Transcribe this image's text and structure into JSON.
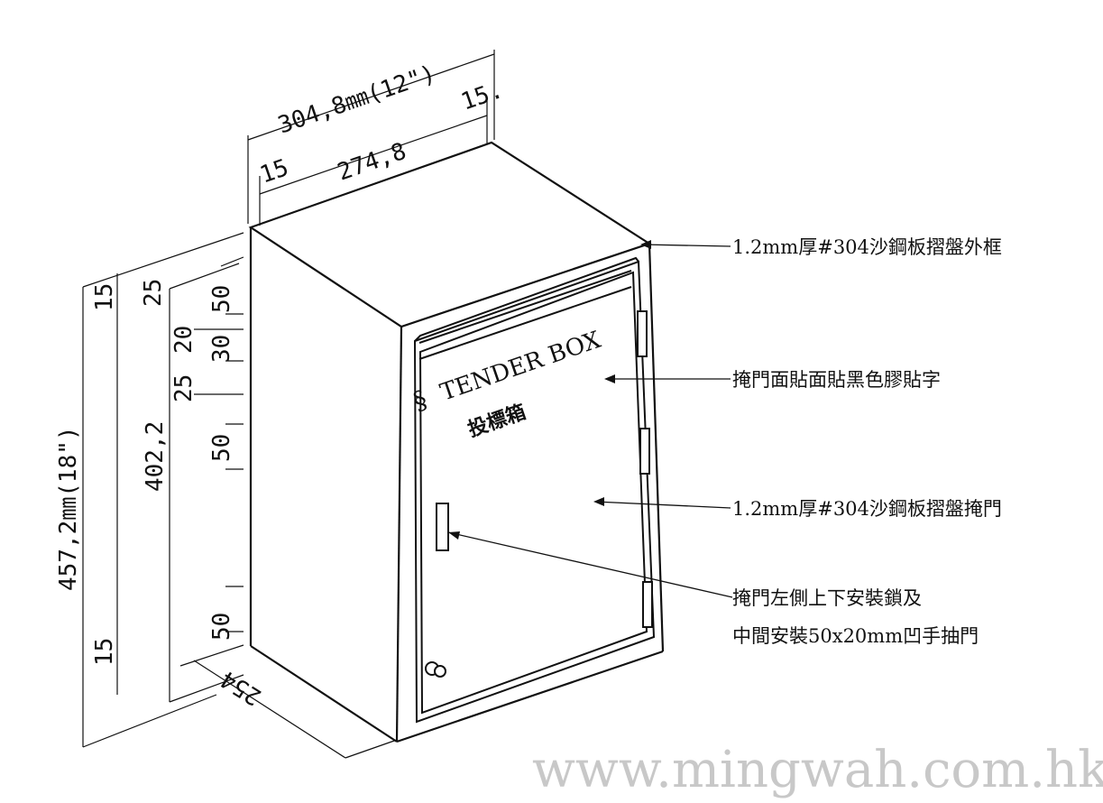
{
  "dimensions": {
    "overall_width": "304,8㎜(12\")",
    "inner_width": "274,8",
    "left_margin": "15",
    "right_margin": "15.",
    "overall_height": "457,2㎜(18\")",
    "inner_height": "402,2",
    "top_margin": "15",
    "bottom_margin": "15",
    "top_gap": "25",
    "slot_top": "50",
    "slot_gap": "20",
    "slot_height": "30",
    "slot_lower": "25",
    "hinge_mid": "50",
    "hinge_bottom": "50",
    "depth": "254"
  },
  "door_labels": {
    "english": "TENDER BOX",
    "chinese": "投標箱"
  },
  "annotations": [
    "1.2mm厚#304沙鋼板摺盤外框",
    "掩門面貼面貼黑色膠貼字",
    "1.2mm厚#304沙鋼板摺盤掩門",
    "掩門左側上下安裝鎖及",
    "中間安裝50x20mm凹手抽門"
  ],
  "watermark": "www.mingwah.com.hk"
}
